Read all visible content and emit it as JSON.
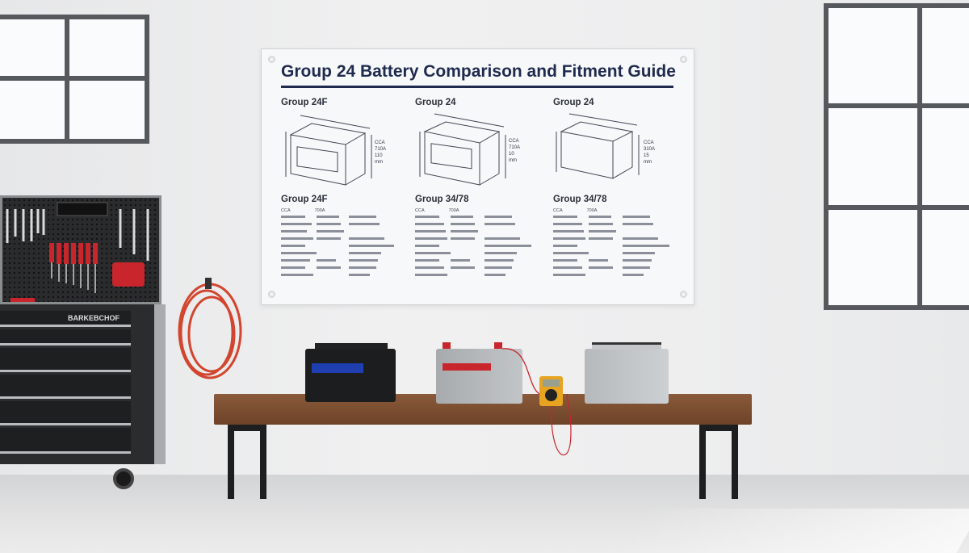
{
  "poster": {
    "title": "Group 24 Battery Comparison and Fitment Guide",
    "diagrams": [
      {
        "heading": "Group 24F",
        "annotation_1": "CCA 710A",
        "annotation_2": "110 mm"
      },
      {
        "heading": "Group 24",
        "annotation_1": "CCA 710A",
        "annotation_2": "10 mm"
      },
      {
        "heading": "Group 24",
        "annotation_1": "CCA 310A",
        "annotation_2": "15 mm"
      }
    ],
    "tables": [
      {
        "heading": "Group 24F",
        "col1": "CCA",
        "col2": "700A"
      },
      {
        "heading": "Group 34/78",
        "col1": "CCA",
        "col2": "700A"
      },
      {
        "heading": "Group 34/78",
        "col1": "CCA",
        "col2": "700A"
      }
    ]
  },
  "tool_cabinet": {
    "brand": "BARKEBCHOF"
  },
  "colors": {
    "poster_text": "#1f2a4f",
    "bench_wood": "#7a4f33",
    "tool_red": "#c8262c",
    "battery_blue": "#1f3fb0"
  }
}
